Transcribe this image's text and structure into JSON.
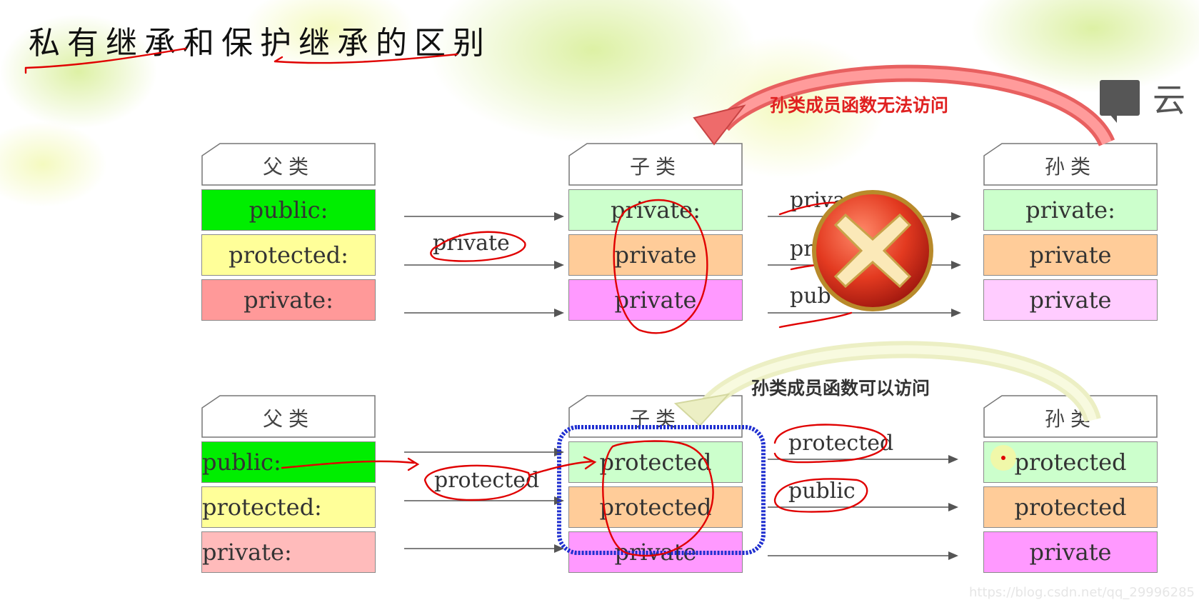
{
  "title": "私有继承和保护继承的区别",
  "logo": {
    "text": "云"
  },
  "top_diagram": {
    "parent": {
      "header": "父类",
      "rows": [
        "public:",
        "protected:",
        "private:"
      ]
    },
    "child": {
      "header": "子类",
      "rows": [
        "private:",
        "private",
        "private"
      ]
    },
    "grandchild": {
      "header": "孙类",
      "rows": [
        "private:",
        "private",
        "private"
      ]
    },
    "inherit_label": "private",
    "arrow_labels": [
      "priva",
      "pr",
      "pub"
    ],
    "note": "孙类成员函数无法访问"
  },
  "bottom_diagram": {
    "parent": {
      "header": "父类",
      "rows": [
        "public:",
        "protected:",
        "private:"
      ]
    },
    "child": {
      "header": "子类",
      "rows": [
        "protected",
        "protected",
        "private"
      ]
    },
    "grandchild": {
      "header": "孙类",
      "rows": [
        "protected",
        "protected",
        "private"
      ]
    },
    "inherit_label": "protected",
    "arrow_labels": [
      "protected",
      "public"
    ],
    "note": "孙类成员函数可以访问"
  },
  "watermark": "https://blog.csdn.net/qq_29996285",
  "colors": {
    "public": "#00ee00",
    "protected": "#ffff99",
    "private": "#ff9999",
    "child_row1": "#ccffcc",
    "child_row2": "#ffcc99",
    "child_row3": "#ff99ff",
    "annotation": "#e00000",
    "highlight_box": "#1f2fd0"
  }
}
